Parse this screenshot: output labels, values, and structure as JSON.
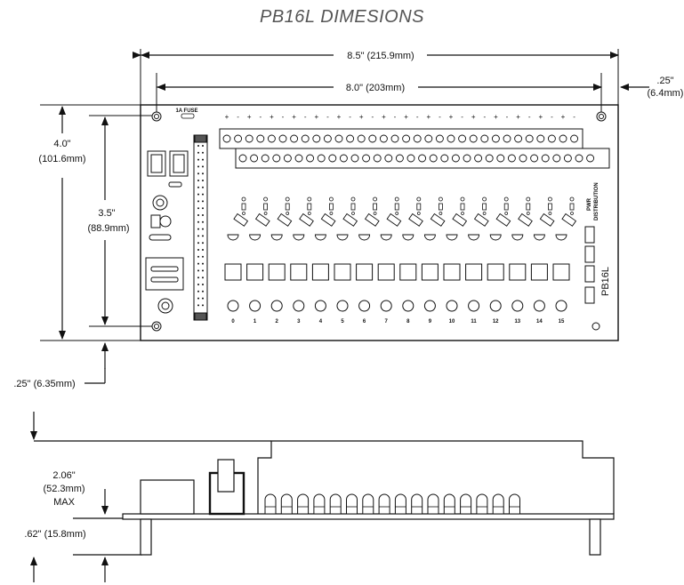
{
  "title": "PB16L DIMESIONS",
  "colors": {
    "line": "#111111",
    "board": "#ffffff",
    "title": "#555555"
  },
  "top_view": {
    "overall_width_label": "8.5\" (215.9mm)",
    "hole_spacing_label": "8.0\" (203mm)",
    "edge_offset_right": ".25\"",
    "edge_offset_right_mm": "(6.4mm)",
    "overall_height_label": "4.0\"",
    "overall_height_mm": "(101.6mm)",
    "hole_height_label": "3.5\"",
    "hole_height_mm": "(88.9mm)",
    "edge_offset_bottom": ".25\" (6.35mm)",
    "fuse_label": "1A FUSE",
    "pwr_label": "PWR",
    "distribution_label": "DISTRIBUTION",
    "model_label": "PB16L",
    "channel_labels": [
      "0",
      "1",
      "2",
      "3",
      "4",
      "5",
      "6",
      "7",
      "8",
      "9",
      "10",
      "11",
      "12",
      "13",
      "14",
      "15"
    ],
    "terminal_polarity": [
      "+",
      "-",
      "+",
      "-",
      "+",
      "-",
      "+",
      "-",
      "+",
      "-",
      "+",
      "-",
      "+",
      "-",
      "+",
      "-",
      "+",
      "-",
      "+",
      "-",
      "+",
      "-",
      "+",
      "-",
      "+",
      "-",
      "+",
      "-",
      "+",
      "-",
      "+",
      "-"
    ]
  },
  "side_view": {
    "height_label": "2.06\"",
    "height_mm": "(52.3mm)",
    "height_note": "MAX",
    "standoff_label": ".62\" (15.8mm)"
  }
}
